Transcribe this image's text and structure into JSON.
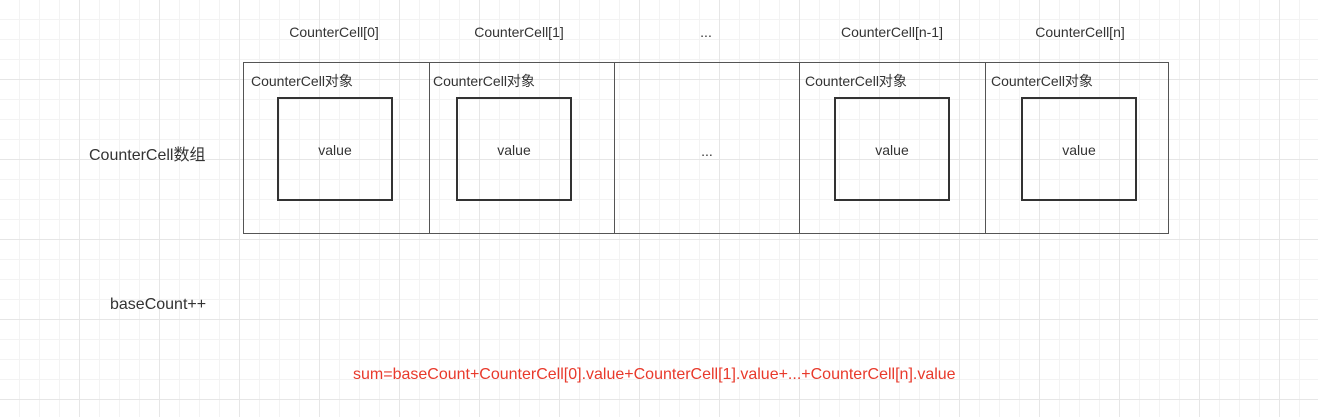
{
  "headers": [
    "CounterCell[0]",
    "CounterCell[1]",
    "...",
    "CounterCell[n-1]",
    "CounterCell[n]"
  ],
  "array_label": "CounterCell数组",
  "cells": [
    {
      "title": "CounterCell对象",
      "value": "value"
    },
    {
      "title": "CounterCell对象",
      "value": "value"
    },
    {
      "ellipsis": "..."
    },
    {
      "title": "CounterCell对象",
      "value": "value"
    },
    {
      "title": "CounterCell对象",
      "value": "value"
    }
  ],
  "base_count_label": "baseCount++",
  "formula": "sum=baseCount+CounterCell[0].value+CounterCell[1].value+...+CounterCell[n].value",
  "colors": {
    "formula": "#e8392b",
    "stroke": "#333333",
    "frame": "#555555"
  }
}
